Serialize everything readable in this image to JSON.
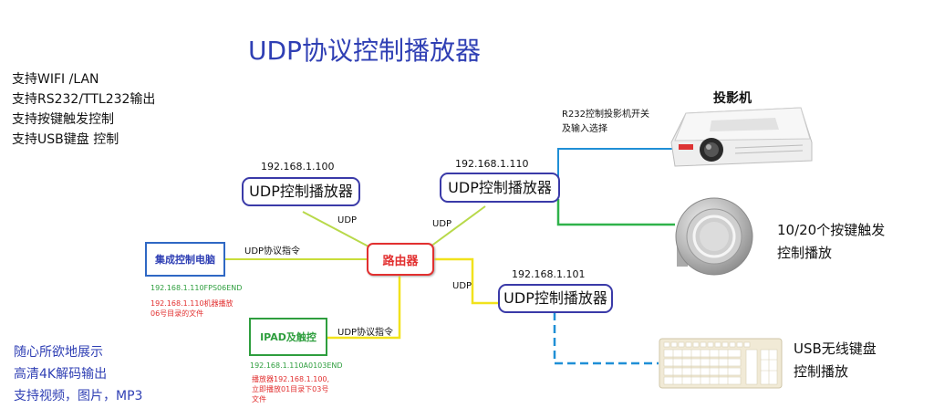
{
  "title": "UDP协议控制播放器",
  "features_top": [
    "支持WIFI /LAN",
    "支持RS232/TTL232输出",
    "支持按键触发控制",
    "支持USB键盘 控制"
  ],
  "features_bottom": [
    "随心所欲地展示",
    "高清4K解码输出",
    "支持视频，图片，MP3"
  ],
  "router": {
    "label": "路由器"
  },
  "players": [
    {
      "ip": "192.168.1.100",
      "label": "UDP控制播放器"
    },
    {
      "ip": "192.168.1.110",
      "label": "UDP控制播放器"
    },
    {
      "ip": "192.168.1.101",
      "label": "UDP控制播放器"
    }
  ],
  "pc": {
    "label": "集成控制电脑",
    "command": "192.168.1.110FPS06END",
    "note": "192.168.1.110机器播放06号目录的文件"
  },
  "ipad": {
    "label": "IPAD及触控",
    "command": "192.168.1.110A0103END",
    "note": "播放器192.168.1.100,立即播放01目录下03号文件"
  },
  "edges": {
    "udp_1": "UDP",
    "udp_2": "UDP",
    "udp_3": "UDP",
    "pc_cmd": "UDP协议指令",
    "ipad_cmd": "UDP协议指令"
  },
  "projector": {
    "title": "投影机",
    "cmd_line1": "R232控制投影机开关",
    "cmd_line2": "及输入选择"
  },
  "button": {
    "line1": "10/20个按键触发",
    "line2": "控制播放"
  },
  "keyboard": {
    "line1": "USB无线键盘",
    "line2": "控制播放"
  },
  "colors": {
    "title_blue": "#2f3fb4",
    "router_red": "#e23030",
    "link_yellow": "#f1e21c",
    "link_lime": "#b8d94a",
    "link_blue": "#1f8fd6",
    "link_green": "#2fb24a"
  }
}
